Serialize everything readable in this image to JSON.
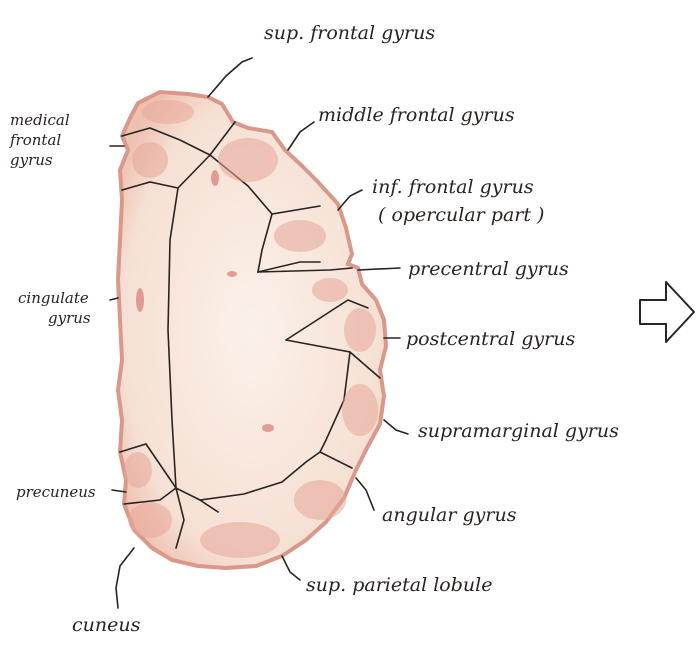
{
  "labels": {
    "sup_frontal": "sup. frontal gyrus",
    "middle_frontal": "middle frontal gyrus",
    "inf_frontal_1": "inf. frontal gyrus",
    "inf_frontal_2": "( opercular part )",
    "precentral": "precentral gyrus",
    "postcentral": "postcentral gyrus",
    "supramarginal": "supramarginal gyrus",
    "angular": "angular gyrus",
    "sup_parietal": "sup. parietal lobule",
    "medial_frontal_1": "medical",
    "medial_frontal_2": "frontal",
    "medial_frontal_3": "gyrus",
    "cingulate_1": "cingulate",
    "cingulate_2": "gyrus",
    "precuneus": "precuneus",
    "cuneus": "cuneus"
  },
  "colors": {
    "ink": "#2a2320",
    "tissue": "#f7e6dc",
    "tissue_edge": "#e4a99a",
    "cortex": "#f0c4b4"
  },
  "icons": {
    "next_arrow": "right-arrow-icon"
  }
}
